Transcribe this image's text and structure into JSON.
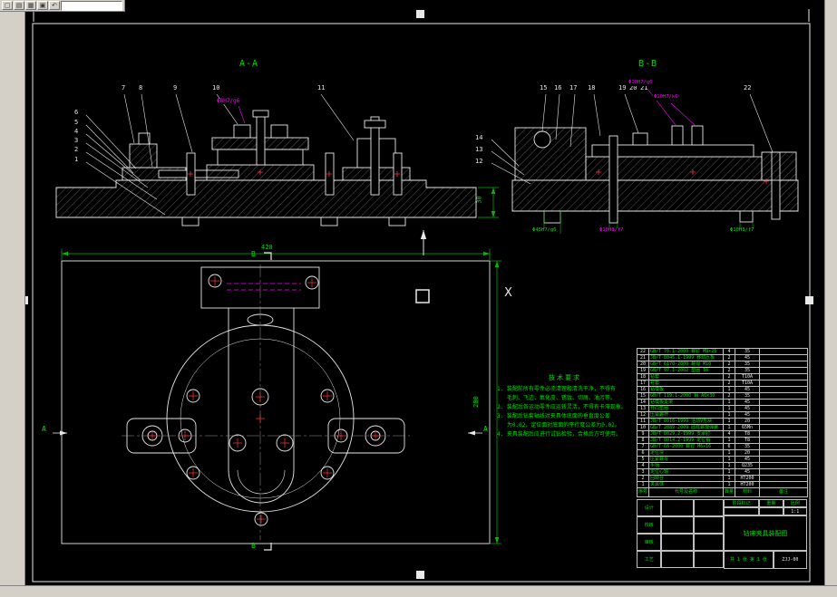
{
  "palette": {
    "line": "#e8e8e8",
    "dim_green": "#00dd00",
    "fit_magenta": "#ff00ff",
    "mark_red": "#ff3232"
  },
  "chrome": {
    "toolbar_buttons": [
      {
        "icon": "new-file-icon",
        "glyph": "▢"
      },
      {
        "icon": "open-file-icon",
        "glyph": "▤"
      },
      {
        "icon": "save-icon",
        "glyph": "▦"
      },
      {
        "icon": "print-icon",
        "glyph": "▣"
      },
      {
        "icon": "undo-icon",
        "glyph": "↶"
      }
    ]
  },
  "sections": {
    "aa": {
      "label": "A-A",
      "callouts_top": [
        "7",
        "8",
        "9",
        "10",
        "11"
      ],
      "callouts_left": [
        "6",
        "5",
        "4",
        "3",
        "2",
        "1"
      ],
      "fit_dim": "Φ8H7/g6",
      "thickness_dim": "30"
    },
    "bb": {
      "label": "B-B",
      "callouts_top": [
        "15",
        "16",
        "17",
        "18",
        "19",
        "20",
        "21",
        "22"
      ],
      "callouts_left": [
        "14",
        "13",
        "12"
      ],
      "fit_dim_1": "Φ10H7/g6",
      "fit_dim_2": "Φ10H7/k6",
      "bottom_dim_1": "Φ45H7/g6",
      "bottom_dim_2": "Φ10H8/f7",
      "bottom_dim_3": "Φ10H8/f7"
    },
    "plan": {
      "width_dim": "420",
      "height_dim": "280",
      "section_b_top": "B",
      "section_b_bottom": "B",
      "section_a_left": "A",
      "section_a_right": "A",
      "axis_label": "X"
    }
  },
  "notes": {
    "title": "技术要求",
    "lines": [
      "1. 装配前所有零件必须清理和清洗干净，不得有",
      "   毛刺、飞边、氧化皮、锈蚀、切屑、油污等。",
      "2. 装配后各运动零件应运转灵活，不得有卡滞现象。",
      "3. 装配后钻套轴线对夹具体底面的垂直度公差",
      "   为0.02，定位面对底面的平行度公差为0.02。",
      "4. 夹具装配后应进行试钻检验，合格后方可使用。"
    ]
  },
  "bom": {
    "header": {
      "no": "序号",
      "desc": "代号及名称",
      "qty": "数量",
      "mat": "材料",
      "note": "备注"
    },
    "rows": [
      {
        "no": "22",
        "desc": "GB/T 70.1-2000 螺钉 M8×25",
        "qty": "4",
        "mat": "35",
        "note": ""
      },
      {
        "no": "21",
        "desc": "JB/T 8045.1-1999 移动压板",
        "qty": "2",
        "mat": "45",
        "note": ""
      },
      {
        "no": "20",
        "desc": "GB/T 6170-2000 螺母 M10",
        "qty": "2",
        "mat": "35",
        "note": ""
      },
      {
        "no": "19",
        "desc": "GB/T 97.1-2002 垫圈 10",
        "qty": "2",
        "mat": "35",
        "note": ""
      },
      {
        "no": "18",
        "desc": "钻套",
        "qty": "2",
        "mat": "T10A",
        "note": ""
      },
      {
        "no": "17",
        "desc": "衬套",
        "qty": "2",
        "mat": "T10A",
        "note": ""
      },
      {
        "no": "16",
        "desc": "钻模板",
        "qty": "1",
        "mat": "45",
        "note": ""
      },
      {
        "no": "15",
        "desc": "GB/T 119.1-2000 销 A6×30",
        "qty": "2",
        "mat": "35",
        "note": ""
      },
      {
        "no": "14",
        "desc": "钻模板支架",
        "qty": "1",
        "mat": "45",
        "note": ""
      },
      {
        "no": "13",
        "desc": "开口垫圈",
        "qty": "1",
        "mat": "45",
        "note": ""
      },
      {
        "no": "12",
        "desc": "压紧螺杆",
        "qty": "1",
        "mat": "45",
        "note": ""
      },
      {
        "no": "11",
        "desc": "JB/T 8016-1999 活动V形块",
        "qty": "1",
        "mat": "20",
        "note": ""
      },
      {
        "no": "10",
        "desc": "GB/T 2089-2009 圆柱螺旋弹簧",
        "qty": "1",
        "mat": "65Mn",
        "note": ""
      },
      {
        "no": "9",
        "desc": "JB/T 8029.2-1999 支承钉",
        "qty": "4",
        "mat": "T8",
        "note": ""
      },
      {
        "no": "8",
        "desc": "JB/T 8014.2-1999 定位销",
        "qty": "1",
        "mat": "T8",
        "note": ""
      },
      {
        "no": "7",
        "desc": "GB/T 68-2000 螺钉 M6×16",
        "qty": "6",
        "mat": "35",
        "note": ""
      },
      {
        "no": "6",
        "desc": "定位块",
        "qty": "1",
        "mat": "20",
        "note": ""
      },
      {
        "no": "5",
        "desc": "压紧螺母",
        "qty": "1",
        "mat": "45",
        "note": ""
      },
      {
        "no": "4",
        "desc": "手柄",
        "qty": "1",
        "mat": "Q235",
        "note": ""
      },
      {
        "no": "3",
        "desc": "定位心轴",
        "qty": "1",
        "mat": "45",
        "note": ""
      },
      {
        "no": "2",
        "desc": "回转台",
        "qty": "1",
        "mat": "HT200",
        "note": ""
      },
      {
        "no": "1",
        "desc": "夹具体",
        "qty": "1",
        "mat": "HT200",
        "note": ""
      }
    ]
  },
  "title_block": {
    "rows_left": [
      {
        "label": "设计"
      },
      {
        "label": "校核"
      },
      {
        "label": "审核"
      },
      {
        "label": "工艺"
      }
    ],
    "stage_label": "阶段标记",
    "weight_label": "重量",
    "scale_label": "比例",
    "scale_value": "1:1",
    "sheet_info": "共 1 张 第 1 张",
    "drawing_title": "钻床夹具装配图",
    "drawing_no": "ZJJ-00"
  }
}
